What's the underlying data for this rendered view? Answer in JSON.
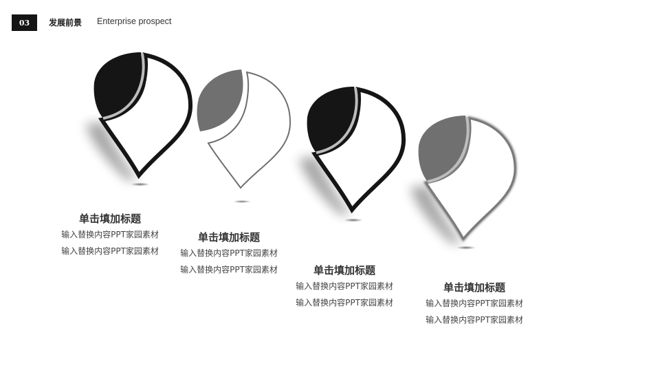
{
  "header": {
    "badge": "03",
    "title_cn": "发展前景",
    "title_en": "Enterprise prospect"
  },
  "items": [
    {
      "title": "单击填加标题",
      "line1": "输入替换内容PPT家园素材",
      "line2": "输入替换内容PPT家园素材",
      "style": "dark-bold"
    },
    {
      "title": "单击填加标题",
      "line1": "输入替换内容PPT家园素材",
      "line2": "输入替换内容PPT家园素材",
      "style": "gray-thin"
    },
    {
      "title": "单击填加标题",
      "line1": "输入替换内容PPT家园素材",
      "line2": "输入替换内容PPT家园素材",
      "style": "dark-bold"
    },
    {
      "title": "单击填加标题",
      "line1": "输入替换内容PPT家园素材",
      "line2": "输入替换内容PPT家园素材",
      "style": "gray-bold"
    }
  ],
  "colors": {
    "dark": "#151515",
    "gray": "#707070",
    "crescent": "#b8b8b8",
    "outline_gray": "#6e6e6e",
    "text": "#333333"
  },
  "icons": [
    "location-pin-icon"
  ]
}
